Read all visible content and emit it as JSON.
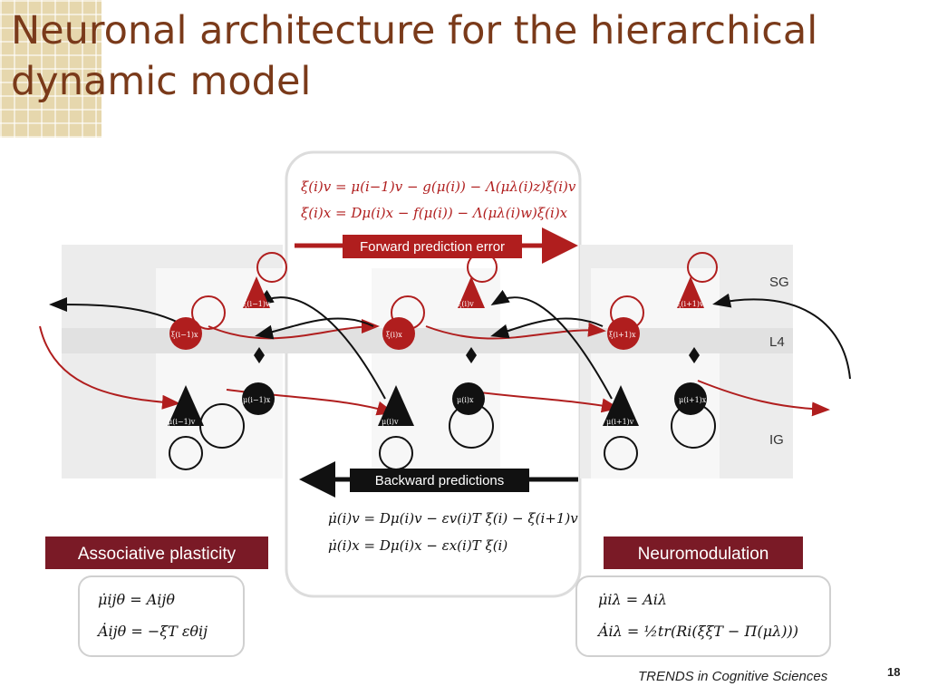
{
  "slide": {
    "title_line1": "Neuronal architecture for the hierarchical",
    "title_line2": "dynamic model",
    "page_number": "18",
    "credit": "TRENDS in Cognitive Sciences"
  },
  "diagram": {
    "top_equations": [
      "ξ(i)v = μ(i−1)v − g(μ(i)) − Λ(μλ(i)z)ξ(i)v",
      "ξ(i)x = Dμ(i)x − f(μ(i)) − Λ(μλ(i)w)ξ(i)x"
    ],
    "forward_label": "Forward prediction error",
    "backward_label": "Backward predictions",
    "bottom_equations": [
      "μ̇(i)v = Dμ(i)v − εv(i)T ξ(i) − ξ(i+1)v",
      "μ̇(i)x = Dμ(i)x − εx(i)T ξ(i)"
    ],
    "layer_labels": [
      "SG",
      "L4",
      "IG"
    ],
    "associative": {
      "heading": "Associative plasticity",
      "equations": [
        "μ̇ijθ = Aijθ",
        "Ȧijθ = −ξT εθij"
      ]
    },
    "neuromodulation": {
      "heading": "Neuromodulation",
      "equations": [
        "μ̇iλ = Aiλ",
        "Ȧiλ = ½tr(Ri(ξξT − Π(μλ)))"
      ]
    },
    "neuron_labels": {
      "left": [
        "ξ(i−1)v",
        "ξ(i−1)x",
        "μ(i−1)v",
        "μ(i−1)x"
      ],
      "middle": [
        "ξ(i)v",
        "ξ(i)x",
        "μ(i)v",
        "μ(i)x"
      ],
      "right": [
        "ξ(i+1)v",
        "ξ(i+1)x",
        "μ(i+1)v",
        "μ(i+1)x"
      ]
    },
    "colors": {
      "title": "#7a3a1a",
      "red": "#b01e1e",
      "band": "#7a1a26",
      "black": "#111111"
    }
  }
}
